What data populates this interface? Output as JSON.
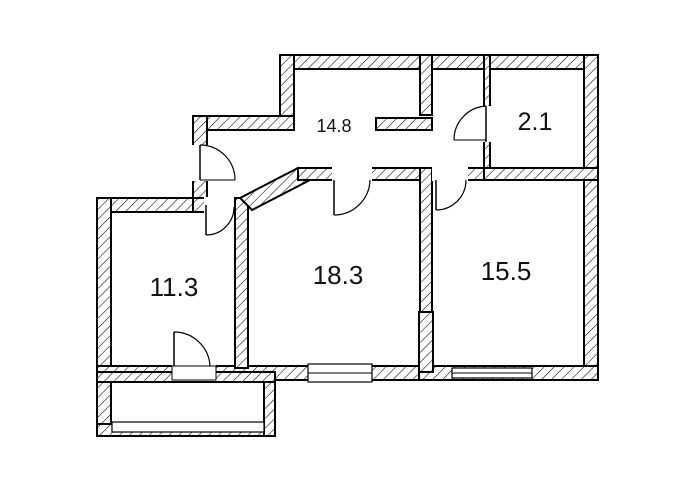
{
  "plan": {
    "rooms": [
      {
        "id": "corridor",
        "area": "14.8"
      },
      {
        "id": "bathroom",
        "area": "2.1"
      },
      {
        "id": "bedroom-left",
        "area": "11.3"
      },
      {
        "id": "living-room",
        "area": "18.3"
      },
      {
        "id": "bedroom-right",
        "area": "15.5"
      }
    ]
  },
  "colors": {
    "wall_line": "#000000",
    "background": "#ffffff"
  }
}
